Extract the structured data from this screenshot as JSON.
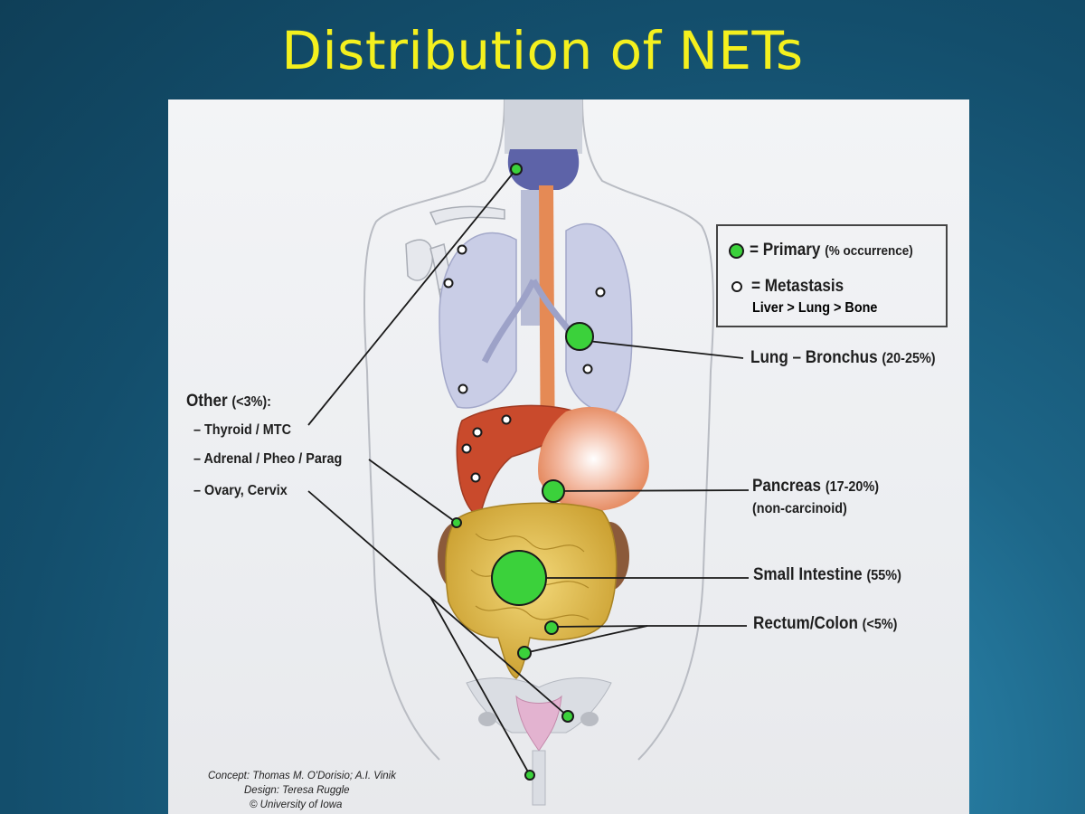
{
  "title": "Distribution of NETs",
  "legend": {
    "primary_label": "= Primary",
    "primary_note": "(% occurrence)",
    "metastasis_label": "= Metastasis",
    "metastasis_order": "Liver > Lung > Bone"
  },
  "sites": {
    "lung": {
      "name": "Lung – Bronchus",
      "pct": "(20-25%)"
    },
    "pancreas": {
      "name": "Pancreas",
      "pct": "(17-20%)",
      "note": "(non-carcinoid)"
    },
    "small_intestine": {
      "name": "Small Intestine",
      "pct": "(55%)"
    },
    "rectum_colon": {
      "name": "Rectum/Colon",
      "pct": "(<5%)"
    }
  },
  "other": {
    "heading": "Other",
    "heading_pct": "(<3%):",
    "items": [
      "– Thyroid / MTC",
      "– Adrenal / Pheo / Parag",
      "– Ovary, Cervix"
    ]
  },
  "credits": {
    "concept": "Concept: Thomas M. O'Dorisio; A.I. Vinik",
    "design": "Design: Teresa Ruggle",
    "copyright": "© University of Iowa"
  },
  "colors": {
    "primary_dot": "#3bd13b",
    "title": "#f4f01e",
    "background": "#134e6c"
  }
}
